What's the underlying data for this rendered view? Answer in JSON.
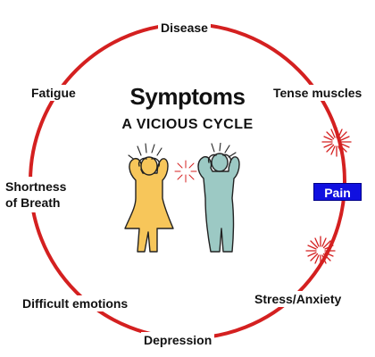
{
  "title": "Symptoms",
  "subtitle": "A VICIOUS CYCLE",
  "cycle_labels": {
    "disease": "Disease",
    "tense_muscles": "Tense muscles",
    "pain": "Pain",
    "stress_anxiety": "Stress/Anxiety",
    "depression": "Depression",
    "difficult_emotions": "Difficult emotions",
    "shortness_line1": "Shortness",
    "shortness_line2": "of Breath",
    "fatigue": "Fatigue"
  },
  "colors": {
    "ring": "#d42020",
    "pain_badge": "#1010e0",
    "figure_left": "#f7c65a",
    "figure_right": "#9cc9c4",
    "burst": "#d42020"
  },
  "icons": [
    "pain-burst-icon",
    "woman-figure-icon",
    "man-figure-icon"
  ]
}
